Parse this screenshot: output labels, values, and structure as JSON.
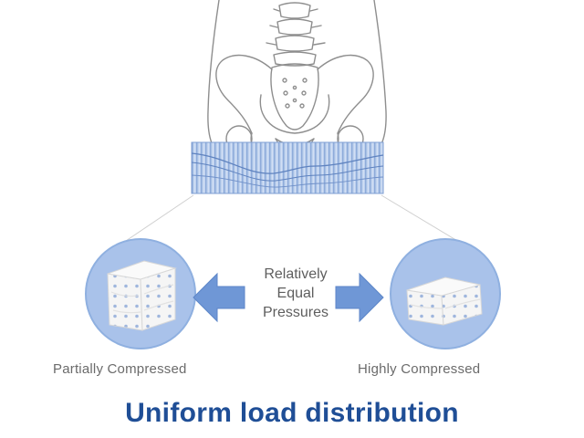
{
  "diagram": {
    "center_text": {
      "line1": "Relatively",
      "line2": "Equal",
      "line3": "Pressures"
    },
    "left_label": "Partially Compressed",
    "right_label": "Highly Compressed",
    "title": "Uniform load distribution"
  },
  "colors": {
    "cushion_fill": "#bcd0ee",
    "cushion_stripe": "#7f9fd3",
    "circle_fill": "#a9c2ea",
    "circle_stroke": "#8fb0e0",
    "arrow_fill": "#6f97d6",
    "cube_fill": "#f5f5f5",
    "cube_dot": "#9fb6dd",
    "bone_stroke": "#8e8e8e",
    "title_color": "#1f4e96",
    "caption_color": "#6b6b6b"
  }
}
